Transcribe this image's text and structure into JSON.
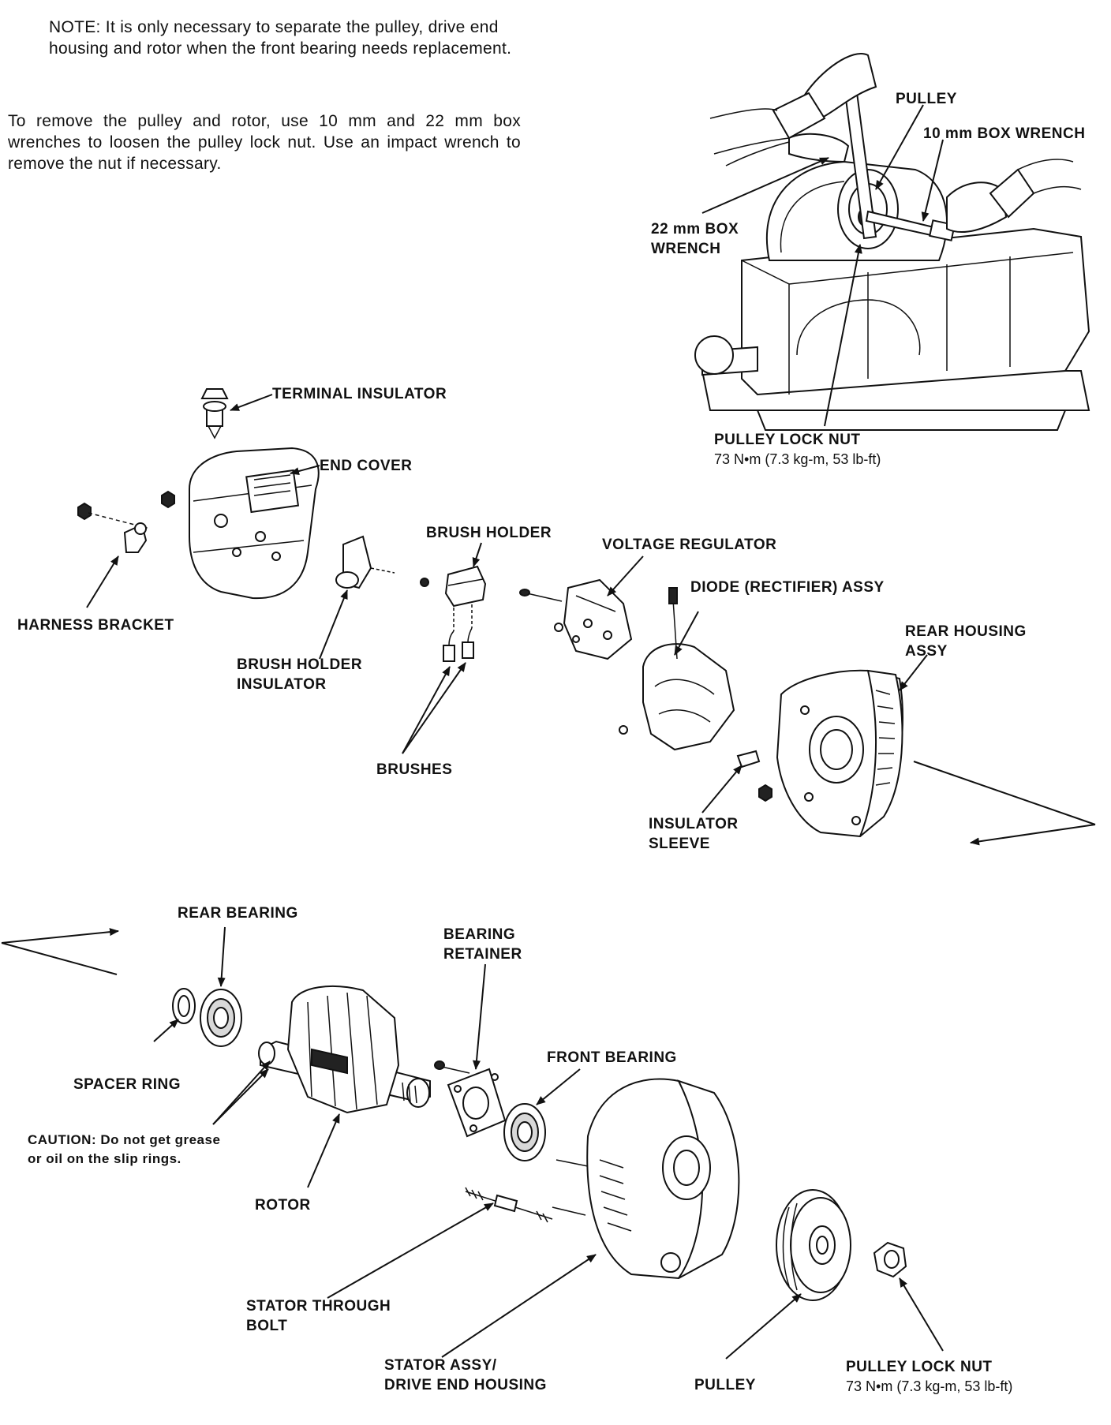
{
  "note_text": "NOTE:  It is only necessary to separate the pulley, drive end housing and rotor when the front bearing needs replacement.",
  "instruction_text": "To remove the pulley and rotor, use 10 mm and 22 mm box wrenches to loosen the pulley lock nut. Use an impact wrench to remove the nut if necessary.",
  "top_illustration": {
    "pulley": "PULLEY",
    "wrench_10mm": "10 mm BOX WRENCH",
    "wrench_22mm_line1": "22 mm BOX",
    "wrench_22mm_line2": "WRENCH",
    "lock_nut": "PULLEY LOCK NUT",
    "lock_nut_torque": "73 N•m (7.3 kg-m, 53 lb-ft)"
  },
  "rear_assembly": {
    "terminal_insulator": "TERMINAL INSULATOR",
    "end_cover": "END COVER",
    "harness_bracket": "HARNESS BRACKET",
    "brush_holder": "BRUSH HOLDER",
    "brush_holder_insulator_line1": "BRUSH HOLDER",
    "brush_holder_insulator_line2": "INSULATOR",
    "brushes": "BRUSHES",
    "voltage_regulator": "VOLTAGE REGULATOR",
    "diode_assy": "DIODE (RECTIFIER) ASSY",
    "rear_housing_line1": "REAR HOUSING",
    "rear_housing_line2": "ASSY",
    "insulator_sleeve_line1": "INSULATOR",
    "insulator_sleeve_line2": "SLEEVE"
  },
  "front_assembly": {
    "rear_bearing": "REAR BEARING",
    "spacer_ring": "SPACER RING",
    "bearing_retainer_line1": "BEARING",
    "bearing_retainer_line2": "RETAINER",
    "front_bearing": "FRONT BEARING",
    "caution_line1": "CAUTION:  Do not get grease",
    "caution_line2": "or oil on the slip rings.",
    "rotor": "ROTOR",
    "stator_bolt_line1": "STATOR THROUGH",
    "stator_bolt_line2": "BOLT",
    "stator_assy_line1": "STATOR ASSY/",
    "stator_assy_line2": "DRIVE END HOUSING",
    "pulley": "PULLEY",
    "lock_nut": "PULLEY LOCK NUT",
    "lock_nut_torque": "73 N•m (7.3 kg-m, 53 lb-ft)"
  }
}
